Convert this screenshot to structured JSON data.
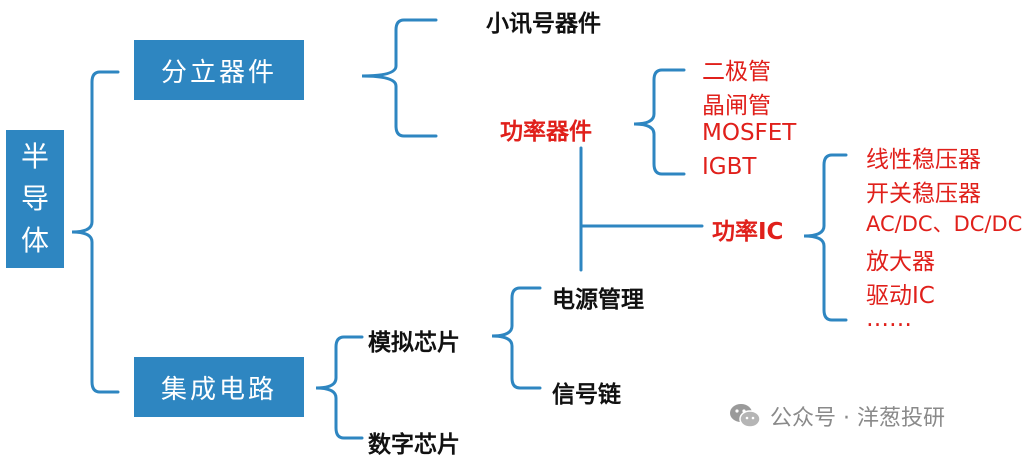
{
  "root": {
    "chars": [
      "半",
      "导",
      "体"
    ]
  },
  "discrete": {
    "label": "分立器件"
  },
  "small_signal": {
    "label": "小讯号器件"
  },
  "power_devices": {
    "label": "功率器件",
    "items": [
      "二极管",
      "晶闸管",
      "MOSFET",
      "IGBT"
    ]
  },
  "power_ic": {
    "label": "功率IC",
    "items": [
      "线性稳压器",
      "开关稳压器",
      "AC/DC、DC/DC",
      "放大器",
      "驱动IC",
      "……"
    ]
  },
  "power_mgmt": {
    "label": "电源管理"
  },
  "ic": {
    "label": "集成电路"
  },
  "analog": {
    "label": "模拟芯片"
  },
  "signal_chain": {
    "label": "信号链"
  },
  "digital": {
    "label": "数字芯片"
  },
  "watermark": {
    "text": "公众号 · 洋葱投研",
    "icon": "wechat-icon"
  },
  "colors": {
    "box": "#2e86c1",
    "line": "#2e86c1",
    "highlight": "#e0201b",
    "text": "#111111"
  }
}
